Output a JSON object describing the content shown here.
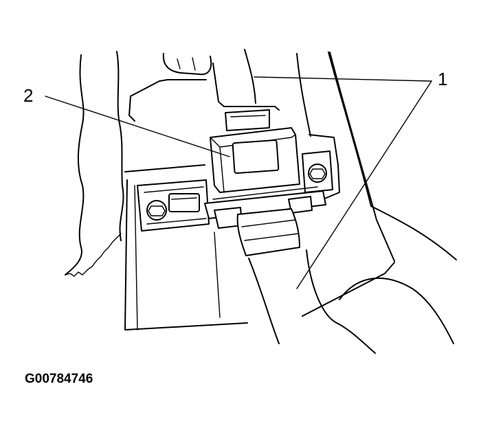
{
  "figure": {
    "callouts": [
      {
        "id": "1",
        "label": "1"
      },
      {
        "id": "2",
        "label": "2"
      }
    ],
    "figure_id": "G00784746"
  }
}
